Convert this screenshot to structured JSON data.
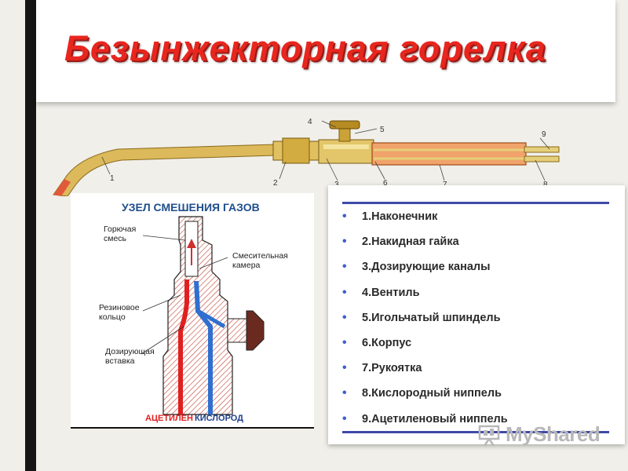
{
  "title": "Безынжекторная горелка",
  "torch_numbers": [
    "1",
    "2",
    "3",
    "4",
    "5",
    "6",
    "7",
    "8",
    "9"
  ],
  "mixing": {
    "title": "УЗЕЛ СМЕШЕНИЯ ГАЗОВ",
    "labels": {
      "fuel_mix": "Горючая\nсмесь",
      "mix_chamber": "Смесительная\nкамера",
      "ring": "Резиновое\nкольцо",
      "insert": "Дозирующая\nвставка"
    },
    "gas_acetylene": "АЦЕТИЛЕН",
    "gas_oxygen": "КИСЛОРОД"
  },
  "parts": [
    "1.Наконечник",
    "2.Накидная гайка",
    "3.Дозирующие каналы",
    "4.Вентиль",
    "5.Игольчатый шпиндель",
    "6.Корпус",
    "7.Рукоятка",
    "8.Кислородный ниппель",
    "9.Ацетиленовый ниппель"
  ],
  "watermark": "MyShared",
  "colors": {
    "title": "#e8261e",
    "brass": "#d8b24a",
    "acetylene": "#e02020",
    "oxygen": "#2f6fd0",
    "list_rule": "#3f4aa8"
  }
}
